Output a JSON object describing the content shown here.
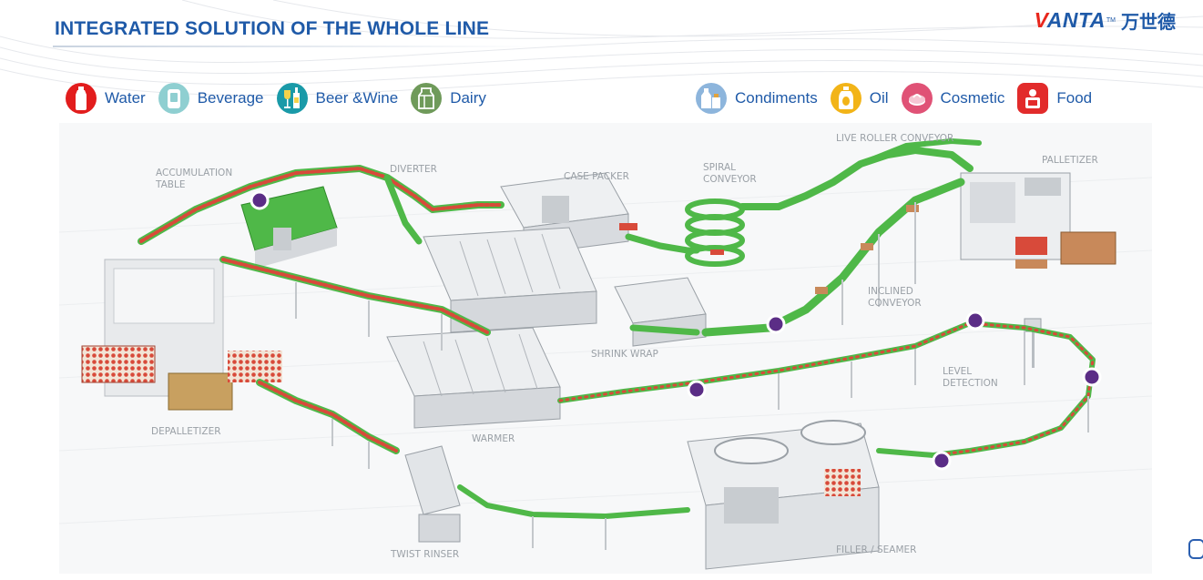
{
  "title": "INTEGRATED SOLUTION OF THE WHOLE LINE",
  "logo": {
    "latin": "VANTA",
    "tm": "TM",
    "chinese": "万世德"
  },
  "categories_left": [
    {
      "label": "Water",
      "icon": "water-bottle-icon",
      "color": "#e21d1d"
    },
    {
      "label": "Beverage",
      "icon": "beverage-can-icon",
      "color": "#7fc6c9"
    },
    {
      "label": "Beer &Wine",
      "icon": "beer-wine-icon",
      "color": "#1a9aa8"
    },
    {
      "label": "Dairy",
      "icon": "milk-carton-icon",
      "color": "#6f9a5a"
    }
  ],
  "categories_right": [
    {
      "label": "Condiments",
      "icon": "condiments-icon",
      "color": "#7aa9d6"
    },
    {
      "label": "Oil",
      "icon": "oil-bottle-icon",
      "color": "#f2b418"
    },
    {
      "label": "Cosmetic",
      "icon": "cosmetic-icon",
      "color": "#e05276"
    },
    {
      "label": "Food",
      "icon": "food-package-icon",
      "color": "#e22b2b"
    }
  ],
  "stages": {
    "accumulation_table": "ACCUMULATION\nTABLE",
    "diverter": "DIVERTER",
    "case_packer": "CASE PACKER",
    "spiral_conveyor": "SPIRAL\nCONVEYOR",
    "live_roller_conveyor": "LIVE ROLLER CONVEYOR",
    "palletizer": "PALLETIZER",
    "inclined_conveyor": "INCLINED\nCONVEYOR",
    "shrink_wrap": "SHRINK WRAP",
    "level_detection": "LEVEL\nDETECTION",
    "depalletizer": "DEPALLETIZER",
    "warmer": "WARMER",
    "twist_rinser": "TWIST RINSER",
    "filler_seamer": "FILLER / SEAMER"
  },
  "colors": {
    "title": "#1f5aa8",
    "conveyor_green": "#4fb848",
    "marker_purple": "#5b2d86",
    "product_red": "#d84a3a"
  }
}
